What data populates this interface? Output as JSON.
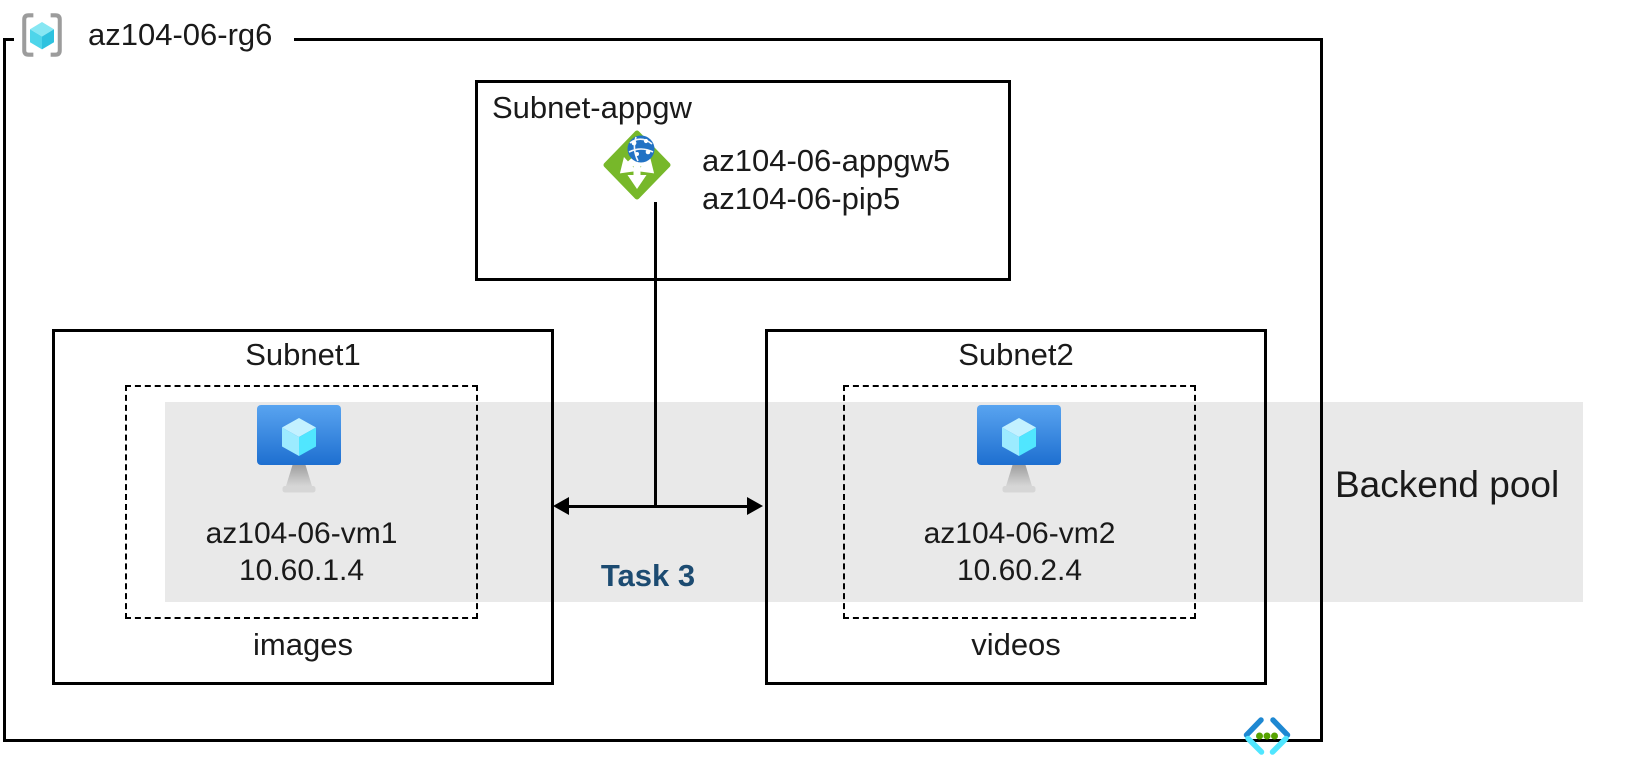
{
  "colors": {
    "band": "#E9E9E9",
    "line": "#000000",
    "text": "#1A1A1A",
    "task": "#1C4B71",
    "appgw-green": "#77B82A",
    "globe-blue": "#2272C4",
    "vnet-blue": "#1E88D2",
    "vnet-cyan": "#50E6FF",
    "vnet-dot": "#57A300"
  },
  "resource_group": {
    "name": "az104-06-rg6"
  },
  "appgw_subnet": {
    "title": "Subnet-appgw",
    "gateway_name": "az104-06-appgw5",
    "public_ip_name": "az104-06-pip5"
  },
  "subnet1": {
    "title": "Subnet1",
    "vm": {
      "name": "az104-06-vm1",
      "ip": "10.60.1.4"
    },
    "caption": "images"
  },
  "subnet2": {
    "title": "Subnet2",
    "vm": {
      "name": "az104-06-vm2",
      "ip": "10.60.2.4"
    },
    "caption": "videos"
  },
  "backend_pool": {
    "label": "Backend pool"
  },
  "task": {
    "label": "Task 3"
  }
}
